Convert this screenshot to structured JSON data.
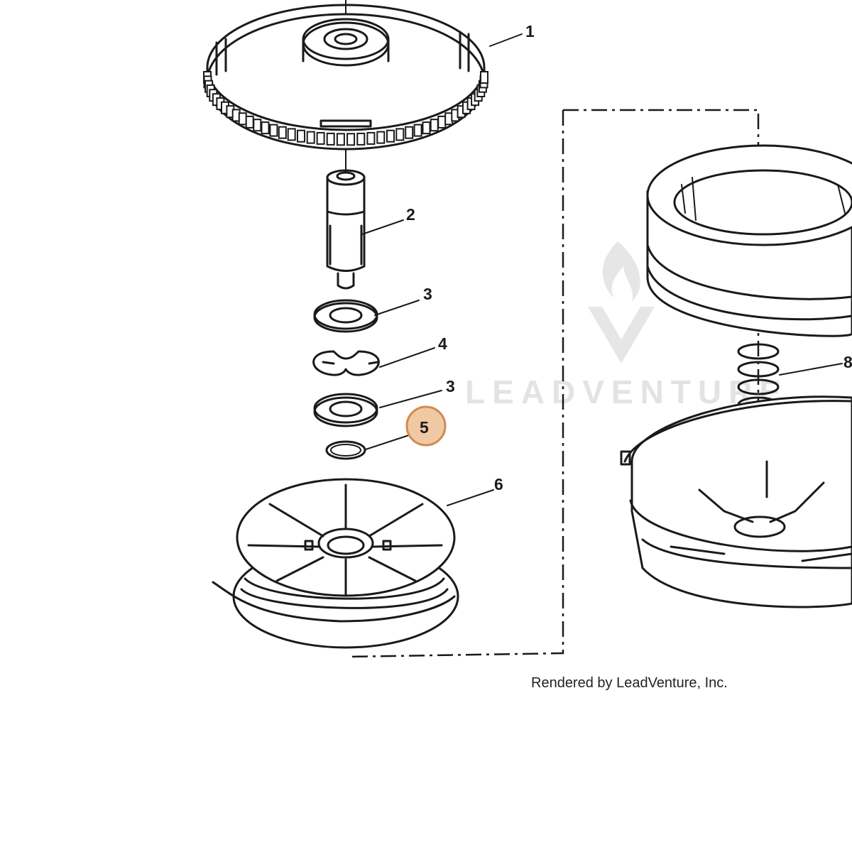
{
  "credit": "Rendered by LeadVenture, Inc.",
  "watermark": "LEADVENTURE",
  "callouts": [
    {
      "label": "1"
    },
    {
      "label": "2"
    },
    {
      "label": "3"
    },
    {
      "label": "4"
    },
    {
      "label": "3"
    },
    {
      "label": "5",
      "highlighted": true
    },
    {
      "label": "6"
    },
    {
      "label": "8"
    }
  ],
  "colors": {
    "highlight": "#f0c9a4",
    "highlight_border": "#d08a52",
    "line": "#1a1a1a",
    "watermark": "#e3e3e3"
  }
}
